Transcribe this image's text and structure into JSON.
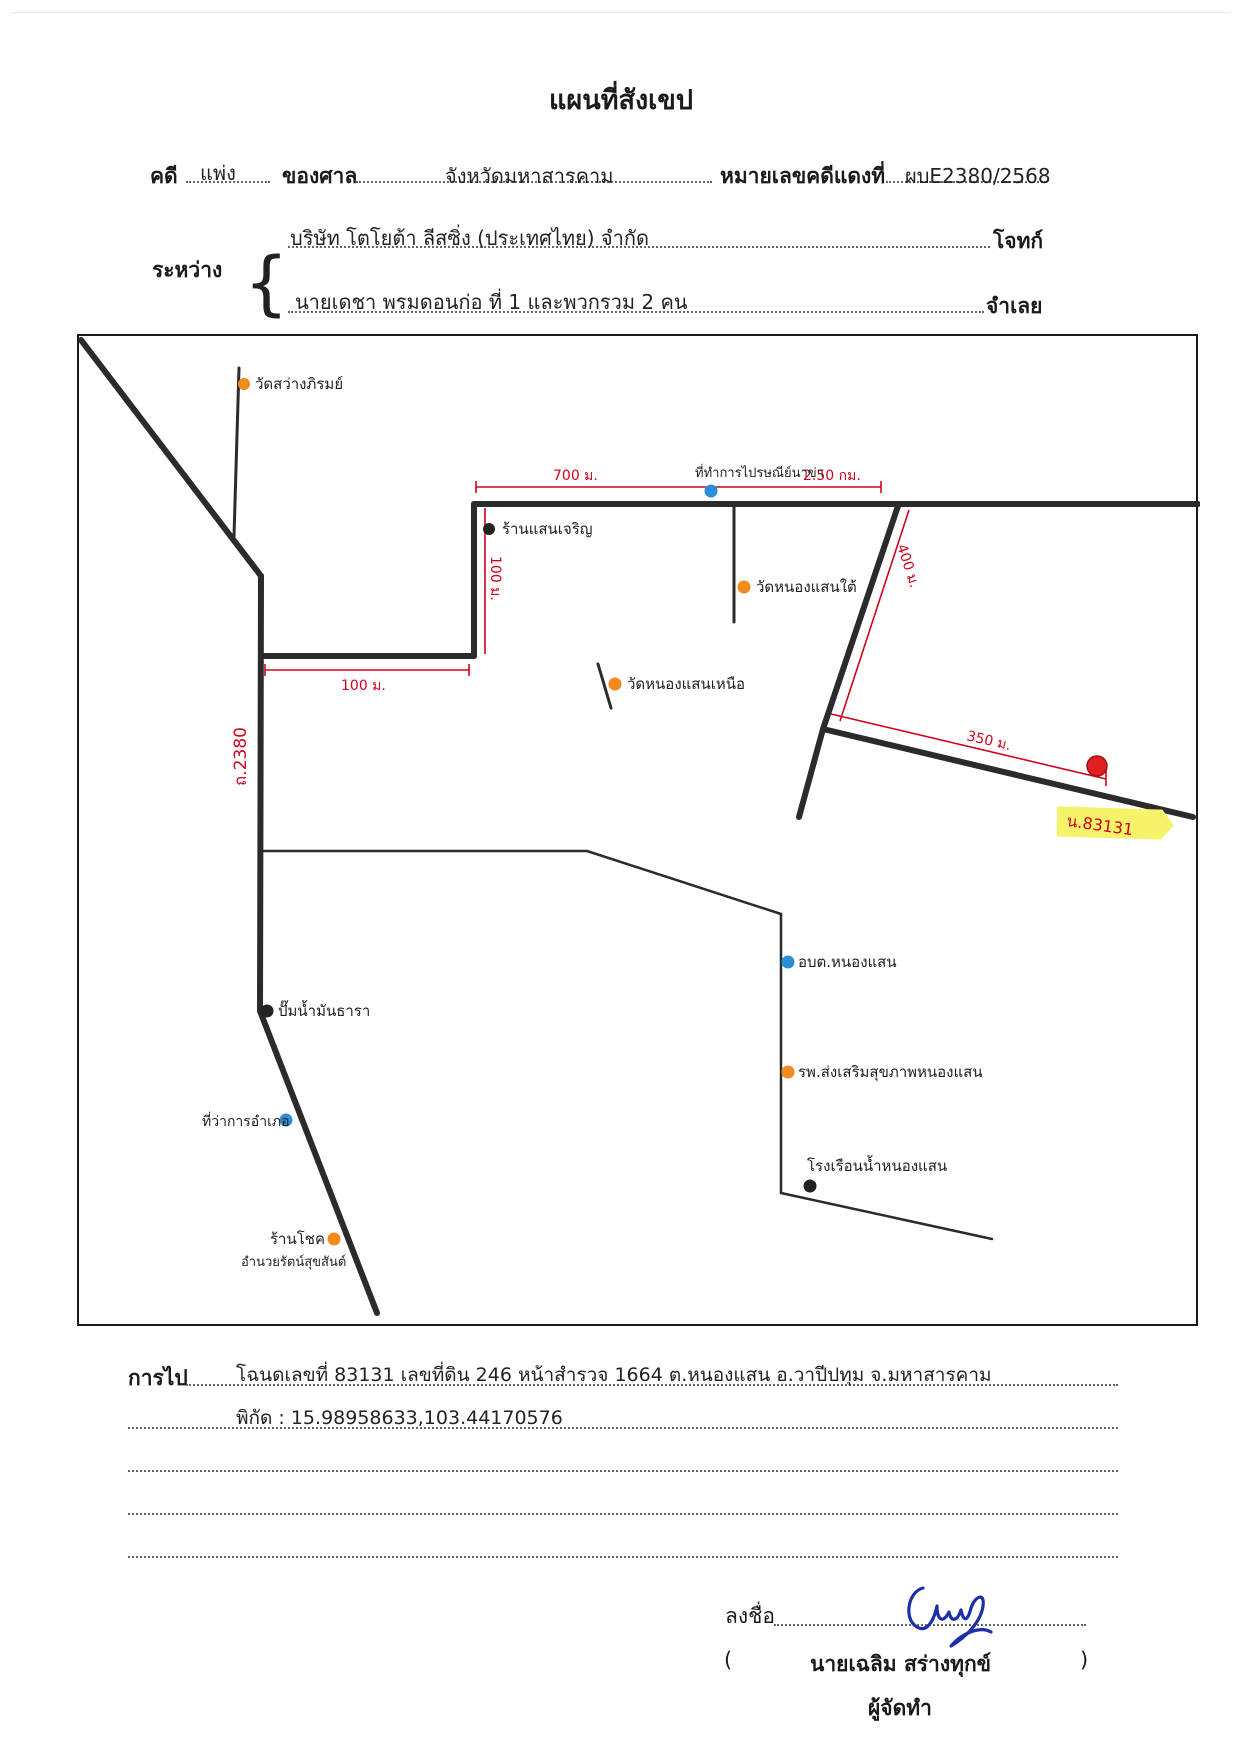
{
  "title": "แผนที่สังเขป",
  "header": {
    "case_label": "คดี",
    "case_type": "แพ่ง",
    "court_label": "ของศาล",
    "court_name": "จังหวัดมหาสารคาม",
    "red_no_label": "หมายเลขคดีแดงที่",
    "red_no": "ผบE2380/2568",
    "between_label": "ระหว่าง",
    "plaintiff": "บริษัท โตโยต้า ลีสซิ่ง (ประเทศไทย) จำกัด",
    "plaintiff_label": "โจทก์",
    "defendant": "นายเดชา  พรมดอนก่อ  ที่ 1 และพวกรวม 2 คน",
    "defendant_label": "จำเลย"
  },
  "map": {
    "landmarks": {
      "wat_sawang": "วัดสว่างภิรมย์",
      "post_office": "ที่ทำการไปรษณีย์นาข่า",
      "shop_saen": "ร้านแสนเจริญ",
      "wat_nong_tai": "วัดหนองแสนใต้",
      "wat_nong_nuea": "วัดหนองแสนเหนือ",
      "gas": "ปั๊มน้ำมันธารา",
      "obt": "อบต.หนองแสน",
      "school": "รพ.ส่งเสริมสุขภาพหนองแสน",
      "water": "โรงเรือนน้ำหนองแสน",
      "district": "ที่ว่าการอำเภอ",
      "shop_chok_1": "ร้านโชค",
      "shop_chok_2": "อำนวยรัตน์สุขสันต์"
    },
    "distances": {
      "d700": "700 ม.",
      "d250km": "2.50 กม.",
      "d100v": "100 ม.",
      "d100h": "100 ม.",
      "d400": "400 ม.",
      "d350": "350 ม."
    },
    "road_label": "ถ.2380",
    "parcel_tag": "น.83131",
    "colors": {
      "orange": "#f28a1e",
      "blue": "#2a8fd8",
      "black": "#222222",
      "red": "#e02020",
      "dimension": "#d0021b",
      "tag": "#f4f36a"
    }
  },
  "directions": {
    "label": "การไป",
    "line1": "โฉนดเลขที่ 83131 เลขที่ดิน 246 หน้าสำรวจ 1664 ต.หนองแสน อ.วาปีปทุม จ.มหาสารคาม",
    "line2": "พิกัด : 15.98958633,103.44170576"
  },
  "signature": {
    "sign_label": "ลงชื่อ",
    "open_paren": "(",
    "name": "นายเฉลิม  สร่างทุกข์",
    "close_paren": ")",
    "role": "ผู้จัดทำ"
  }
}
